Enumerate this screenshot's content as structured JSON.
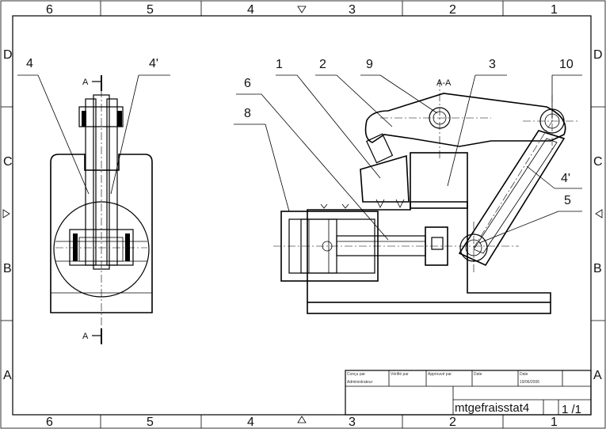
{
  "border": {
    "columns_top": [
      "6",
      "5",
      "4",
      "3",
      "2",
      "1"
    ],
    "columns_bottom": [
      "6",
      "5",
      "4",
      "3",
      "2",
      "1"
    ],
    "rows_left": [
      "D",
      "C",
      "B",
      "A"
    ],
    "rows_right": [
      "D",
      "C",
      "B",
      "A"
    ]
  },
  "part_labels": {
    "p4": "4",
    "p4prime_left": "4'",
    "p1": "1",
    "p2": "2",
    "p9": "9",
    "p3": "3",
    "p10": "10",
    "p6": "6",
    "p8": "8",
    "p4prime_right": "4'",
    "p5": "5"
  },
  "section": {
    "title": "A-A",
    "marker_top": "A",
    "marker_bottom": "A"
  },
  "title_block": {
    "designed_by_label": "Conçu par",
    "designed_by_value": "Administrateur",
    "checked_by_label": "Vérifié par",
    "approved_by_label": "Approuvé par",
    "date_label_1": "Date",
    "date_label_2": "Date",
    "date_value": "19/06/2006",
    "drawing_name": "mtgefraisstat4",
    "sheet": "1 /1"
  },
  "colors": {
    "line": "#000000",
    "background": "#ffffff"
  }
}
